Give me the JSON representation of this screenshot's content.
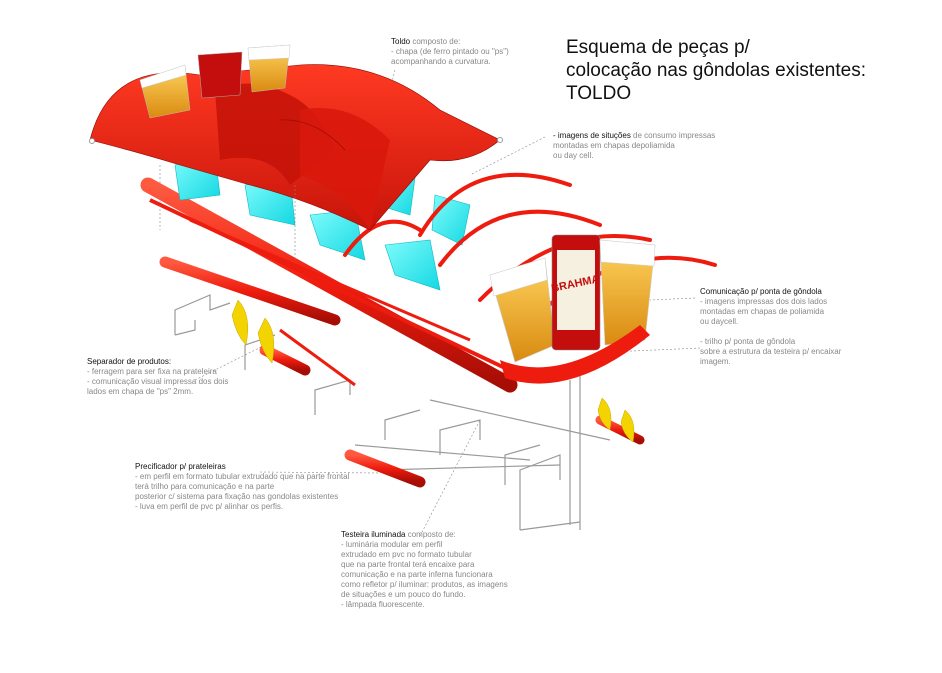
{
  "title": {
    "line1": "Esquema de peças p/",
    "line2": "colocação nas gôndolas existentes:",
    "line3": "TOLDO"
  },
  "annotations": {
    "toldo": {
      "heading": "Toldo",
      "heading_rest": " composto de:",
      "lines": [
        "- chapa (de ferro pintado ou \"ps\")",
        "  acompanhando a curvatura."
      ]
    },
    "imagens": {
      "heading": "- imagens de situções",
      "heading_rest": " de consumo impressas",
      "lines": [
        "  montadas em chapas depoliamida",
        "  ou day cell."
      ]
    },
    "comunicacao": {
      "heading": "Comunicação p/ ponta de gôndola",
      "lines": [
        "- imagens  impressas dos dois lados",
        "  montadas em chapas de poliamida",
        "  ou daycell.",
        "",
        "- trilho p/ ponta de gôndola",
        "  sobre a estrutura da testeira p/ encaixar",
        "  imagem."
      ]
    },
    "separador": {
      "heading": "Separador de produtos:",
      "lines": [
        "- ferragem para ser fixa na prateleira",
        "- comunicação visual impressa dos dois",
        "  lados em chapa de \"ps\" 2mm."
      ]
    },
    "precificador": {
      "heading": "Precificador p/ prateleiras",
      "lines": [
        "-  em perfil em formato tubular extrudado que na parte frontal",
        "   terá trilho para comunicação e na parte",
        "   posterior c/ sistema para fixação nas gondolas existentes",
        "- luva em perfil de pvc  p/ alinhar os perfis."
      ]
    },
    "testeira": {
      "heading": "Testeira iluminada",
      "heading_rest": " composto de:",
      "lines": [
        "- luminária modular em perfil",
        "  extrudado em pvc no formato tubular",
        "  que na parte frontal terá encaixe para",
        "  comunicação e na parte inferna funcionara",
        "  como refletor p/ iluminar: produtos, as imagens",
        "  de situações e um pouco do fundo.",
        "- lâmpada fluorescente."
      ]
    }
  },
  "product": {
    "brand_text": "BRAHMA"
  },
  "colors": {
    "red": "#ee1c0e",
    "dark_red": "#b40f06",
    "cyan": "#2ef0f0",
    "yellow": "#f4d400",
    "beer": "#f0a81c",
    "frame": "#9a9a9a"
  }
}
